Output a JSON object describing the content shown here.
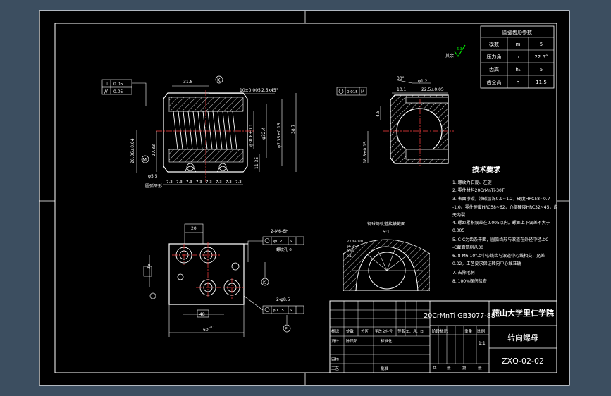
{
  "colors": {
    "viewport_bg": "#3c4e60",
    "sheet_bg": "#000000",
    "line": "#ffffff",
    "center_line": "#ff4040",
    "roughness_symbol": "#00ff00"
  },
  "params_table": {
    "title": "圆弧齿形参数",
    "rows": [
      {
        "name": "模数",
        "symbol": "m",
        "value": "5"
      },
      {
        "name": "压力角",
        "symbol": "α",
        "value": "22.5°"
      },
      {
        "name": "齿高",
        "symbol": "hₐ",
        "value": "5"
      },
      {
        "name": "齿全高",
        "symbol": "h",
        "value": "11.5"
      }
    ]
  },
  "roughness_note": {
    "text": "其余",
    "value": "6.3"
  },
  "section_view": {
    "tolerance_frame_1": "0.05",
    "tolerance_frame_2": "0.05",
    "datum_k": "K",
    "datum_m": "M",
    "dim_top_left": "31.8",
    "dim_chamfer_label": "10±0.005",
    "dim_chamfer": "2.5x45°",
    "dim_height_left": "20.06±0.04",
    "dim_27": "27.33",
    "dim_phi1": "φ30.8±0.1",
    "dim_phi2": "φ32.4",
    "dim_phi3": "φ7.35±0.15",
    "dim_38": "38.7",
    "dim_1135": "11.35",
    "dim_phi55": "φ5.5",
    "note_tooth": "圆弧牙形",
    "pitch_labels": [
      "7.3",
      "7.3",
      "7.3",
      "7.3",
      "7.3",
      "7.3",
      "7.3",
      "7.3"
    ]
  },
  "side_view": {
    "dim_top1": "30°",
    "dim_top2": "φ1.2",
    "dim_a": "10.1",
    "dim_b": "22.5±0.05",
    "dim_left": "4.5",
    "dim_bottom": "18.8±0.15",
    "tolerance_frame": "0.015",
    "datum": "M"
  },
  "tech_requirements": {
    "title": "技术要求",
    "lines": [
      "1. 螺纹为右旋、左旋",
      "2. 零件材料20CrMnTi-30T",
      "3. 表面渗碳，渗碳层深0.9~1.2，硬度HRC58~0.7",
      "-1.0。零件硬度HRC58~62，心部硬度HRC32~45，齿",
      "无内裂",
      "4. 螺距累积误差在0.005以内。螺距上下误差不大于",
      "0.005",
      "5. C-C为齿条平面，圆弧齿形与滚道在外径中径上C",
      "-C截面铣削从30",
      "6. 8-M6 10°上中心线齿与滚道中心线相交，允差",
      "0.02。工艺要求保证转向中心线准确",
      "7. 去除毛刺",
      "8. 100%探伤检查"
    ]
  },
  "detail_view": {
    "title": "钢球与轨道接触截面",
    "scale": "5:1",
    "labels": [
      "R3.0±0.01",
      "φ6.35",
      "0.45",
      "3.1"
    ]
  },
  "plan_view": {
    "dim_20": "20",
    "dim_35": "35",
    "dim_48": "48",
    "dim_width": "60",
    "dim_width_tol": "-0.1",
    "tol_2m6": "2-M6-6H",
    "tol_frame_top": "φ0.2",
    "tol_frame_top_datum": "S",
    "thread_note": "螺纹孔 6",
    "tol_2phi": "2-φ8.5",
    "tol_frame_bottom": "φ0.15",
    "tol_frame_bottom_datum": "S",
    "datum_k": "K",
    "datum_e": "E"
  },
  "title_block": {
    "material": "20CrMnTi GB3077-88",
    "school": "燕山大学里仁学院",
    "part_name": "转向螺母",
    "drawing_no": "ZXQ-02-02",
    "header_row": [
      "标记",
      "处数",
      "分区",
      "更改文件号",
      "签名",
      "年、月、日"
    ],
    "row_design": [
      "设计",
      "陈凤阳",
      "",
      "标准化"
    ],
    "col_stage": "阶段标记",
    "col_weight": "重量",
    "col_scale": "比例",
    "scale_value": "1:1",
    "row_review": "审核",
    "row_process": "工艺",
    "row_approve": "批准",
    "sheet_info": [
      "共",
      "张",
      "第",
      "张"
    ]
  }
}
